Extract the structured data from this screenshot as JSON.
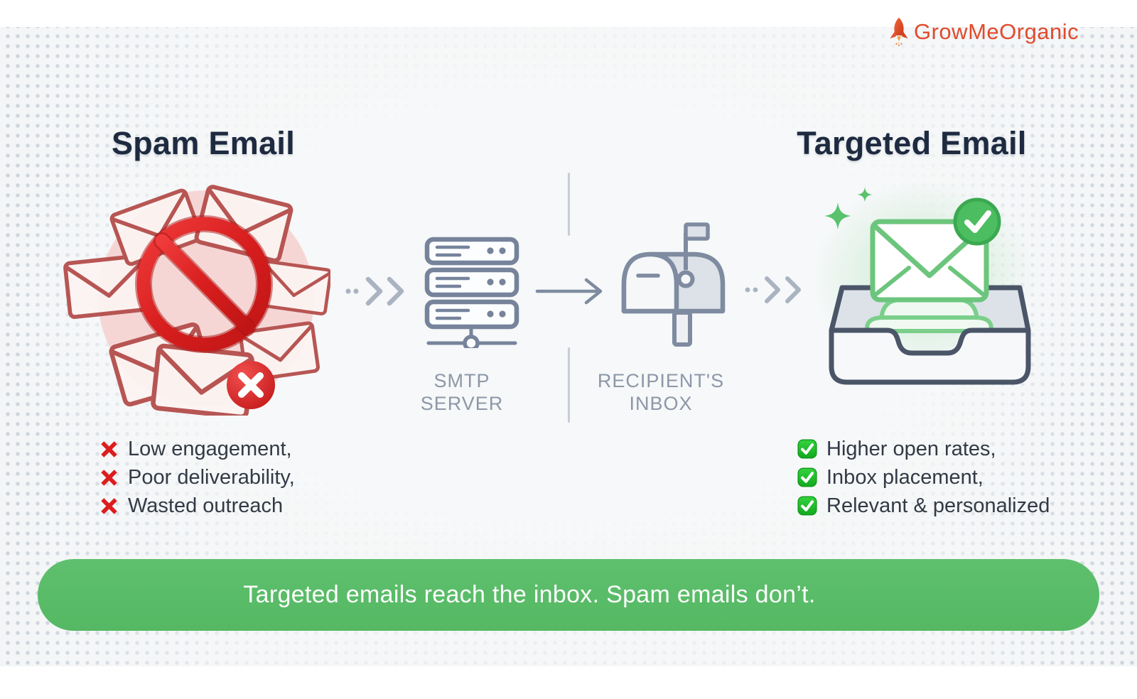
{
  "logo": {
    "name": "GrowMeOrganic",
    "icon": "rocket-icon",
    "brand_color": "#e14b2d"
  },
  "spam": {
    "title": "Spam Email",
    "items": [
      {
        "icon": "cross-mark-icon",
        "label": "Low engagement,"
      },
      {
        "icon": "cross-mark-icon",
        "label": "Poor deliverability,"
      },
      {
        "icon": "cross-mark-icon",
        "label": "Wasted outreach"
      }
    ]
  },
  "targeted": {
    "title": "Targeted Email",
    "items": [
      {
        "icon": "check-square-icon",
        "label": "Higher open rates,"
      },
      {
        "icon": "check-square-icon",
        "label": "Inbox placement,"
      },
      {
        "icon": "check-square-icon",
        "label": "Relevant & personalized"
      }
    ]
  },
  "flow": {
    "smtp": {
      "line1": "SMTP",
      "line2": "SERVER",
      "icon": "server-icon"
    },
    "recipient": {
      "line1": "RECIPIENT'S",
      "line2": "INBOX",
      "icon": "mailbox-icon"
    }
  },
  "banner": {
    "text": "Targeted emails reach the inbox. Spam emails don’t.",
    "background": "#5abc68"
  },
  "colors": {
    "heading_navy": "#1e2a40",
    "accent_red": "#d92323",
    "accent_green": "#4cbd60",
    "muted_gray": "#8d97a7",
    "banner_green": "#5abc68",
    "brand_orange": "#e14b2d"
  }
}
